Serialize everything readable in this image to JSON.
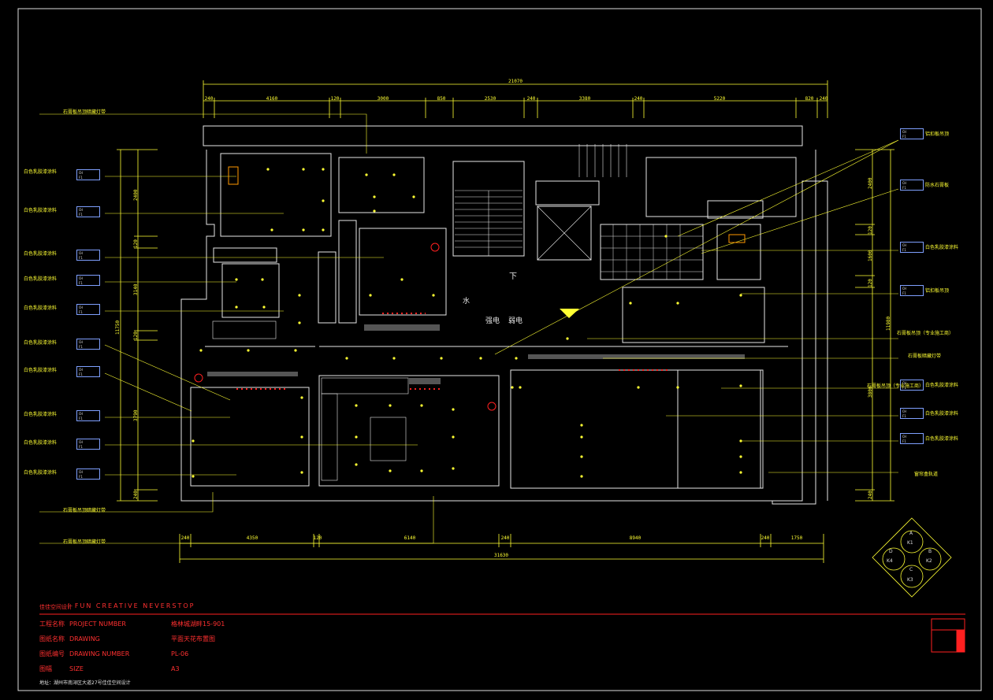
{
  "title_block": {
    "company": "佳佳空间设计",
    "slogan": "I FUN CREATIVE NEVERSTOP",
    "rows": [
      {
        "cn": "工程名称",
        "en": "PROJECT NUMBER",
        "value": "格林城湖畔15-901"
      },
      {
        "cn": "图纸名称",
        "en": "DRAWING",
        "value": "平面天花布置图"
      },
      {
        "cn": "图纸编号",
        "en": "DRAWING NUMBER",
        "value": "PL-06"
      },
      {
        "cn": "图幅",
        "en": "SIZE",
        "value": "A3"
      }
    ],
    "address": "地址：湖州市南浔区大道27号佳佳空间设计"
  },
  "dimensions": {
    "top_total": "21070",
    "top_segments": [
      "240",
      "4160",
      "120",
      "3000",
      "850",
      "2530",
      "240",
      "3380",
      "240",
      "5220",
      "820",
      "240"
    ],
    "bottom_total": "31630",
    "bottom_segments": [
      "240",
      "4350",
      "120",
      "6140",
      "240",
      "8940",
      "240",
      "1750"
    ],
    "right_total": "11980",
    "right_segments": [
      "2400",
      "120",
      "1600",
      "120",
      "3800",
      "240"
    ],
    "left_total": "11750",
    "left_segments": [
      "2400",
      "120",
      "3140",
      "120",
      "3790",
      "240"
    ]
  },
  "left_notes": [
    "白色乳胶漆涂料",
    "白色乳胶漆涂料",
    "白色乳胶漆涂料",
    "白色乳胶漆涂料",
    "白色乳胶漆涂料",
    "白色乳胶漆涂料",
    "白色乳胶漆涂料",
    "白色乳胶漆涂料",
    "白色乳胶漆涂料",
    "白色乳胶漆涂料"
  ],
  "left_callouts": [
    "石膏板吊顶暗藏灯带",
    "石膏板吊顶暗藏灯带",
    "石膏板吊顶暗藏灯带"
  ],
  "right_notes": [
    "铝扣板吊顶",
    "防水石膏板",
    "白色乳胶漆涂料",
    "铝扣板吊顶",
    "石膏板吊顶（专业施工商）",
    "石膏板暗藏灯带",
    "石膏板吊顶（专业施工商）",
    "白色乳胶漆涂料",
    "白色乳胶漆涂料",
    "白色乳胶漆涂料",
    "窗帘盒轨道"
  ],
  "tag_codes": [
    "CH",
    "F1"
  ],
  "room_labels": [
    "强电",
    "弱电",
    "下",
    "水"
  ],
  "compass": [
    "A",
    "K1",
    "B",
    "K2",
    "C",
    "K3",
    "D",
    "K4"
  ],
  "colors": {
    "background": "#000000",
    "wall": "#e6e6e6",
    "annotation": "#ffff33",
    "title_red": "#ff2020"
  }
}
